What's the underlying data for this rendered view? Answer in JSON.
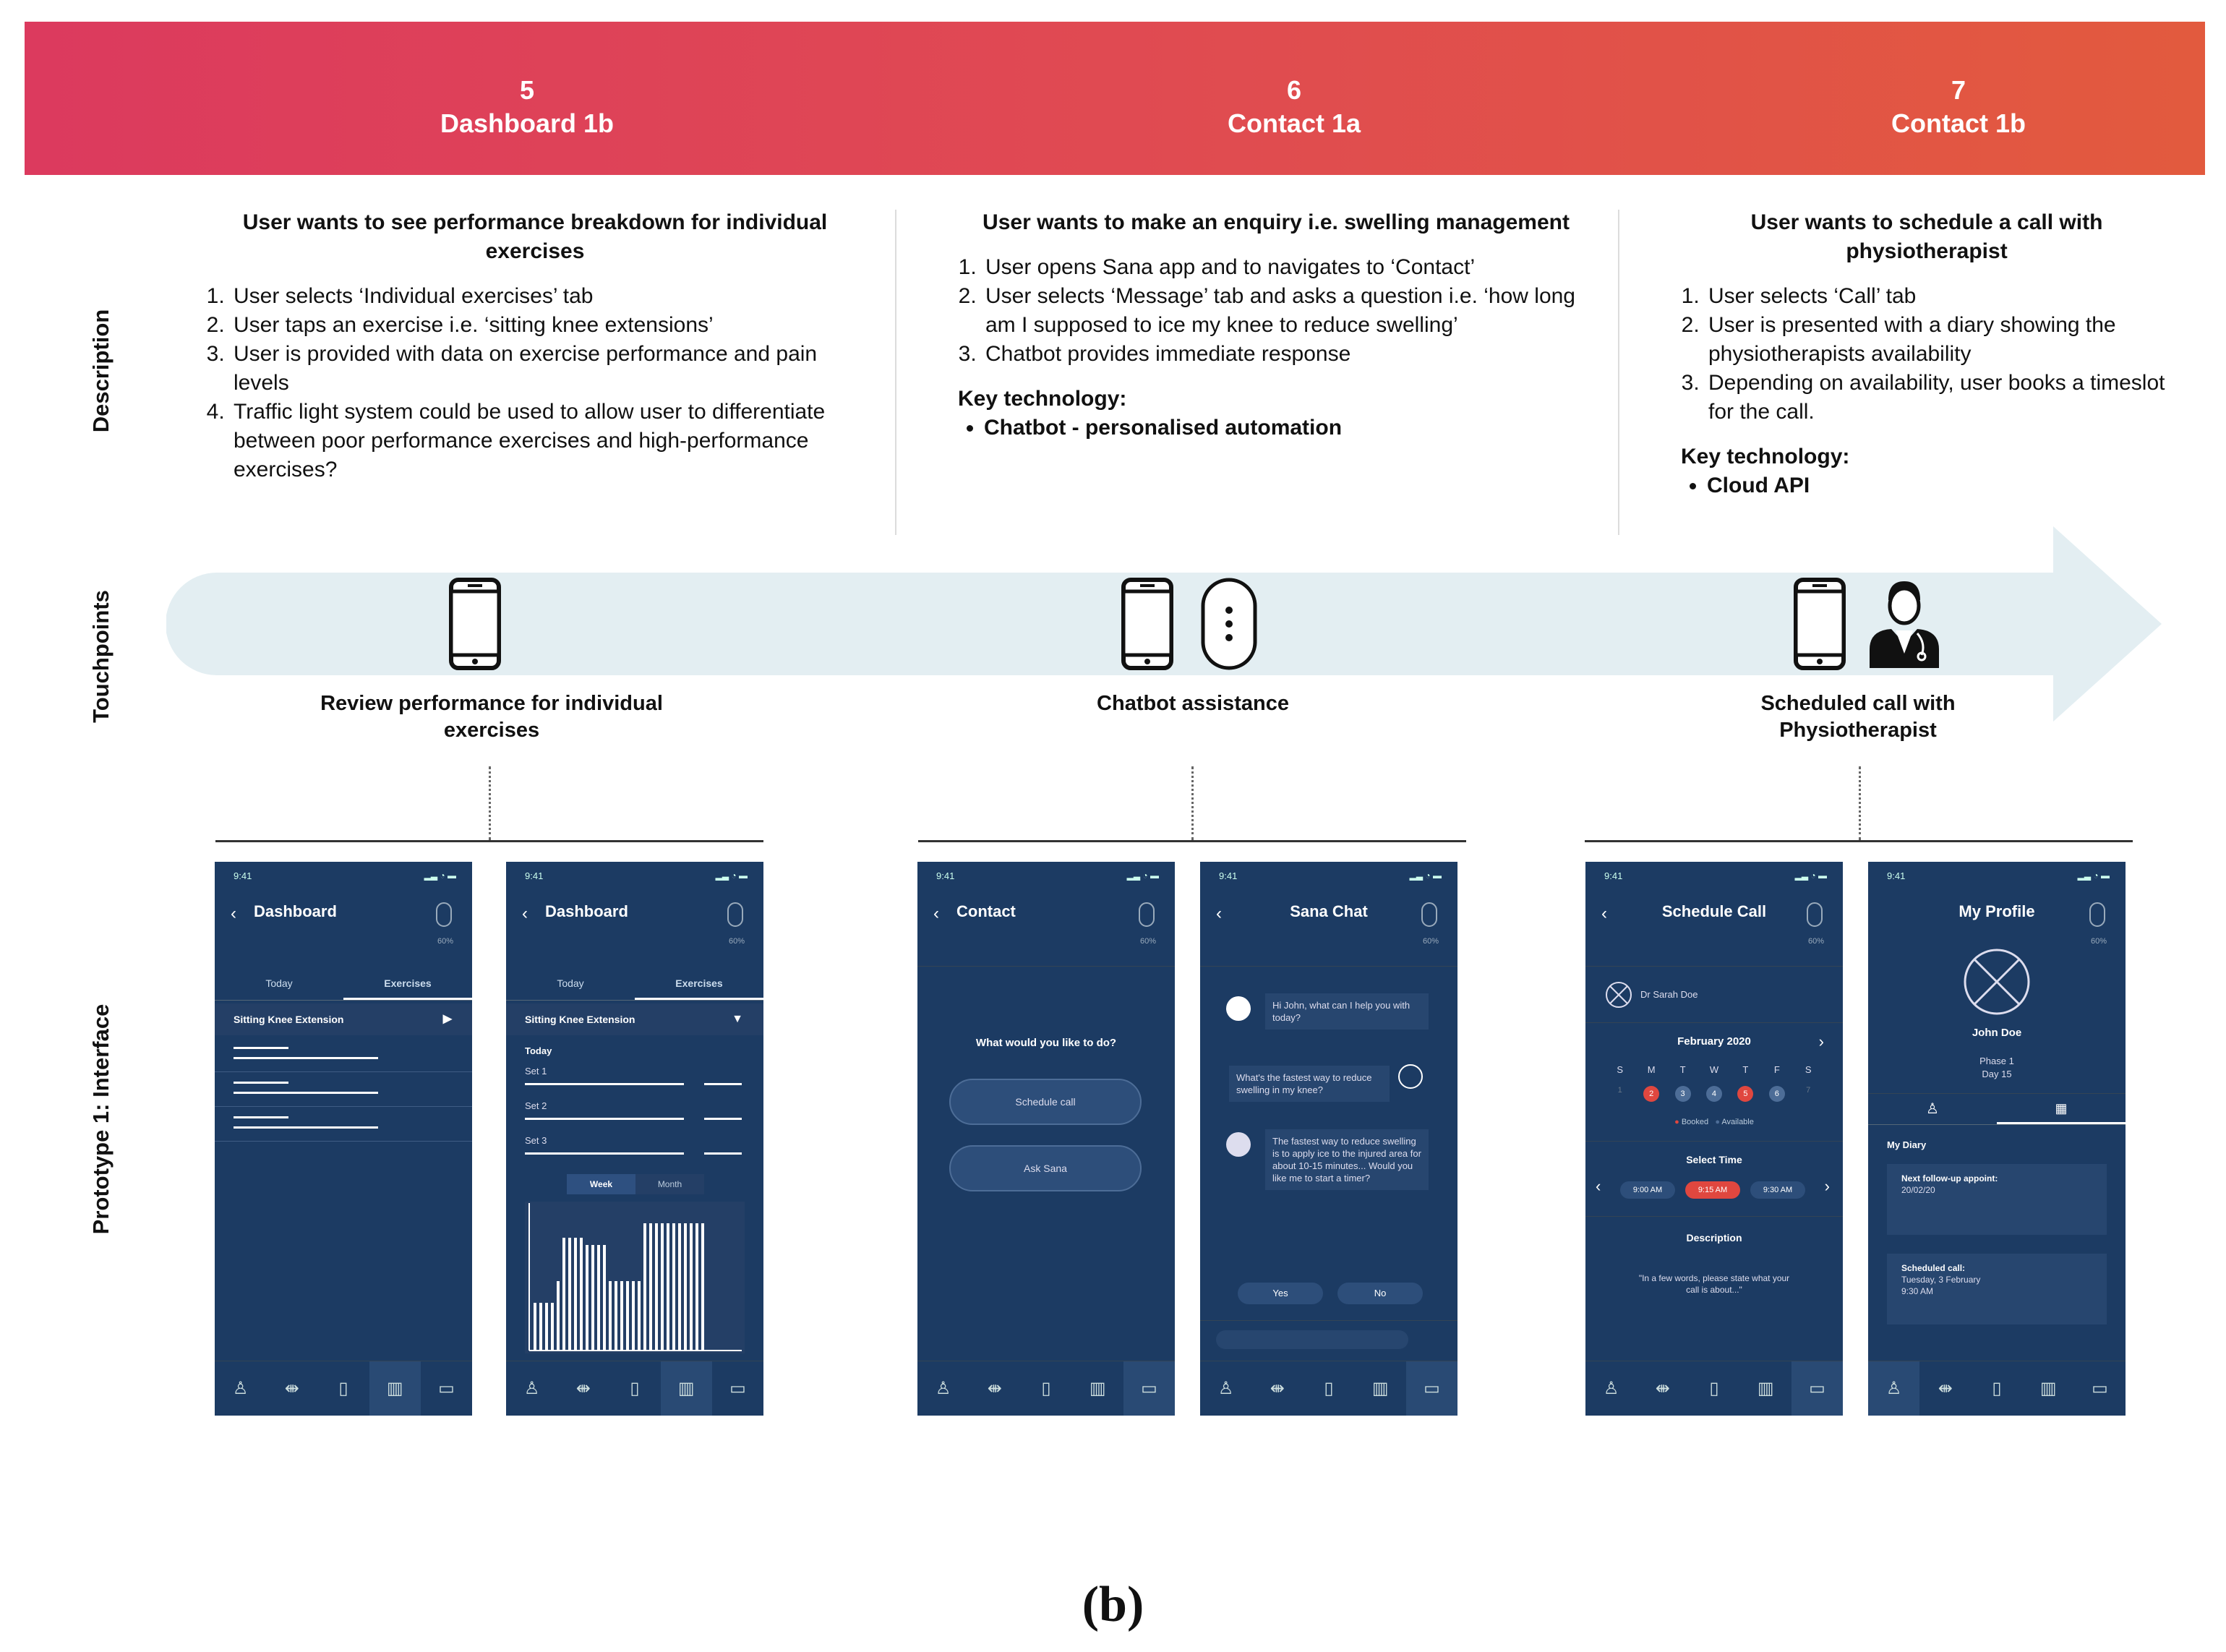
{
  "header": {
    "columns": [
      {
        "number": "5",
        "title": "Dashboard 1b"
      },
      {
        "number": "6",
        "title": "Contact 1a"
      },
      {
        "number": "7",
        "title": "Contact 1b"
      }
    ]
  },
  "row_labels": {
    "description": "Description",
    "touchpoints": "Touchpoints",
    "interface": "Prototype 1: Interface"
  },
  "descriptions": [
    {
      "title": "User wants to see performance breakdown for individual exercises",
      "steps": [
        "User selects ‘Individual exercises’ tab",
        "User taps an exercise i.e. ‘sitting knee extensions’",
        "User is provided with data on exercise performance and pain levels",
        "Traffic light system could be used to allow user to differentiate between poor performance exercises and high-performance exercises?"
      ]
    },
    {
      "title": "User wants to make an enquiry i.e. swelling management",
      "steps": [
        "User opens Sana app and to navigates to ‘Contact’",
        "User selects ‘Message’ tab and asks a question i.e. ‘how long am I supposed to ice my knee to reduce swelling’",
        "Chatbot provides immediate response"
      ],
      "key_tech_label": "Key technology:",
      "key_tech": [
        "Chatbot - personalised automation"
      ]
    },
    {
      "title": "User wants to schedule a call with physiotherapist",
      "steps": [
        "User selects ‘Call’ tab",
        "User is presented with a diary showing the physiotherapists availability",
        "Depending on availability, user books a timeslot for the call."
      ],
      "key_tech_label": "Key technology:",
      "key_tech": [
        "Cloud API"
      ]
    }
  ],
  "touchpoints": [
    "Review performance for individual exercises",
    "Chatbot assistance",
    "Scheduled call with Physiotherapist"
  ],
  "phones": {
    "status_time": "9:41",
    "battery": "60%",
    "dashboard_a": {
      "title": "Dashboard",
      "tabs": [
        "Today",
        "Exercises"
      ],
      "selected": "Sitting Knee Extension"
    },
    "dashboard_b": {
      "title": "Dashboard",
      "tabs": [
        "Today",
        "Exercises"
      ],
      "selected": "Sitting Knee Extension",
      "section": "Today",
      "sets": [
        "Set 1",
        "Set 2",
        "Set 3"
      ],
      "toggle": [
        "Week",
        "Month"
      ]
    },
    "contact": {
      "title": "Contact",
      "prompt": "What would you like to do?",
      "buttons": [
        "Schedule call",
        "Ask Sana"
      ]
    },
    "chat": {
      "title": "Sana Chat",
      "messages": [
        "Hi John, what can I help you with today?",
        "What's the fastest way to reduce swelling in my knee?",
        "The fastest way to reduce swelling is to apply ice to the injured area for about 10-15 minutes... Would you like me to start a timer?"
      ],
      "replies": [
        "Yes",
        "No"
      ]
    },
    "schedule": {
      "title": "Schedule Call",
      "doctor": "Dr Sarah Doe",
      "month": "February 2020",
      "weekdays": [
        "S",
        "M",
        "T",
        "W",
        "T",
        "F",
        "S"
      ],
      "days": [
        "1",
        "2",
        "3",
        "4",
        "5",
        "6",
        "7"
      ],
      "legend": [
        "Booked",
        "Available"
      ],
      "select_time_label": "Select Time",
      "times": [
        "9:00 AM",
        "9:15 AM",
        "9:30 AM"
      ],
      "description_label": "Description",
      "description_placeholder": "\"In a few words, please state what your call is about...\""
    },
    "profile": {
      "title": "My Profile",
      "name": "John Doe",
      "phase": "Phase 1",
      "day": "Day 15",
      "diary_label": "My Diary",
      "next_label": "Next follow-up appoint:",
      "next_date": "20/02/20",
      "sched_label": "Scheduled call:",
      "sched_date": "Tuesday, 3 February",
      "sched_time": "9:30 AM"
    }
  },
  "caption": "(b)",
  "colors": {
    "header_start": "#dc3a5e",
    "header_end": "#e25a3e",
    "arrow": "#e3eef2",
    "phone_bg": "#1c3b63",
    "accent_red": "#e0473f"
  }
}
